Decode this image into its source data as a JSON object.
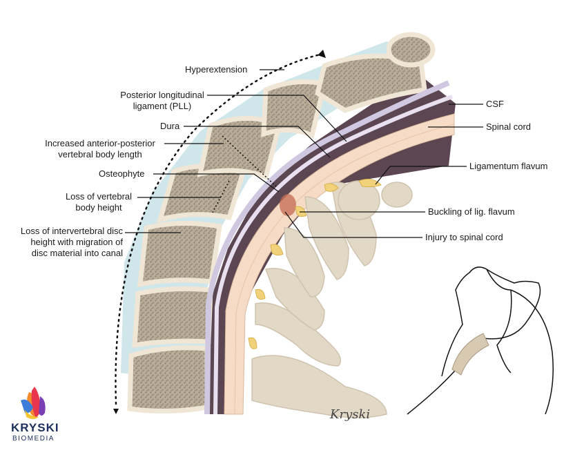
{
  "labels": {
    "hyperextension": "Hyperextension",
    "pll_1": "Posterior longitudinal",
    "pll_2": "ligament (PLL)",
    "dura": "Dura",
    "increased_1": "Increased anterior-posterior",
    "increased_2": "vertebral body length",
    "osteophyte": "Osteophyte",
    "loss_height_1": "Loss of vertebral",
    "loss_height_2": "body height",
    "disc_1": "Loss of intervertebral disc",
    "disc_2": "height with migration of",
    "disc_3": "disc material into canal",
    "csf": "CSF",
    "spinal_cord": "Spinal cord",
    "lig_flavum": "Ligamentum flavum",
    "buckling": "Buckling of lig. flavum",
    "injury": "Injury to spinal cord"
  },
  "logo": {
    "line1": "KRYSKI",
    "line2": "BIOMEDIA"
  },
  "signature": "Kryski",
  "colors": {
    "bone": "#ece3d3",
    "bone_speckle": "#8f826f",
    "disc": "#cfe7ea",
    "cord": "#f6dcc6",
    "csf": "#8a6f7a",
    "ligament": "#f1d27a",
    "injury": "#c46a52"
  }
}
